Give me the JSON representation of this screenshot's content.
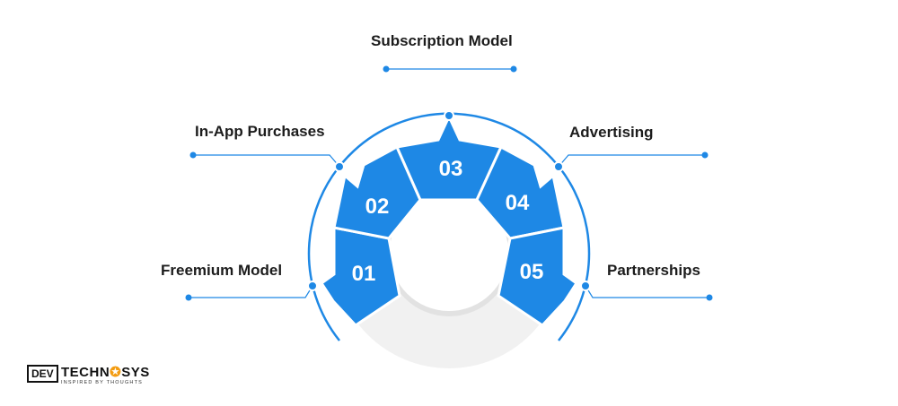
{
  "colors": {
    "primary": "#1e88e5",
    "ring": "#f0f0f0",
    "text": "#1c1c1c",
    "logo_accent": "#f39c12"
  },
  "segments": [
    {
      "number": "01",
      "label": "Freemium Model"
    },
    {
      "number": "02",
      "label": "In-App Purchases"
    },
    {
      "number": "03",
      "label": "Subscription Model"
    },
    {
      "number": "04",
      "label": "Advertising"
    },
    {
      "number": "05",
      "label": "Partnerships"
    }
  ],
  "logo": {
    "dev": "DEV",
    "word_left": "TECHN",
    "word_gear": "✪",
    "word_right": "SYS",
    "tagline": "INSPIRED BY THOUGHTS"
  }
}
